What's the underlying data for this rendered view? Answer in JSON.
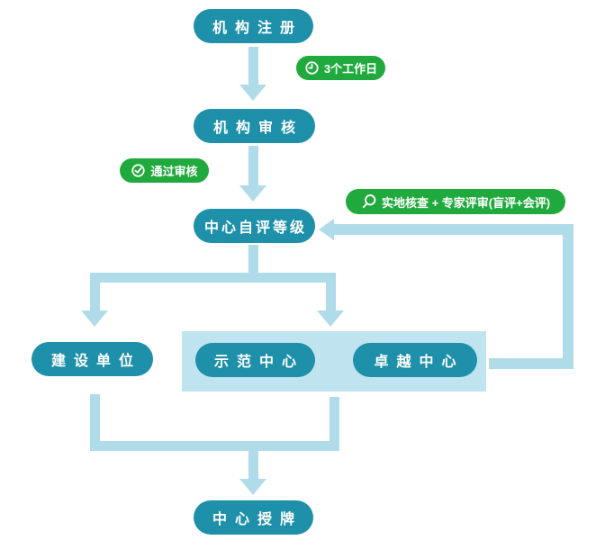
{
  "diagram": {
    "nodes": {
      "register": {
        "label": "机构注册"
      },
      "audit": {
        "label": "机构审核"
      },
      "self_eval": {
        "label": "中心自评等级"
      },
      "construction": {
        "label": "建设单位"
      },
      "demo": {
        "label": "示范中心"
      },
      "excellence": {
        "label": "卓越中心"
      },
      "award": {
        "label": "中心授牌"
      }
    },
    "badges": {
      "duration": {
        "label": "3个工作日",
        "icon": "clock-icon"
      },
      "pass": {
        "label": "通过审核",
        "icon": "check-circle-icon"
      },
      "review": {
        "label": "实地核查 + 专家评审(盲评+会评)",
        "icon": "search-icon"
      }
    },
    "colors": {
      "node": "#1e90a9",
      "badge": "#20a93c",
      "arrow": "#b0dbe9",
      "container": "#bfe3ef",
      "text": "#ffffff"
    }
  }
}
